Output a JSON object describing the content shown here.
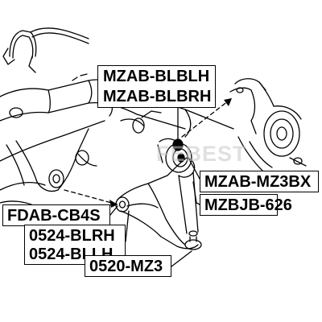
{
  "labels": {
    "mzab_bl": [
      "MZAB-BLBLH",
      "MZAB-BLBRH"
    ],
    "mz3bx": "MZAB-MZ3BX",
    "mzbjb": "MZBJB-626",
    "fdab": "FDAB-CB4S",
    "blrh_bllh": [
      "0524-BLRH",
      "0524-BLLH"
    ],
    "mz3": "0520-MZ3"
  },
  "watermark": "FEBEST",
  "colors": {
    "line": "#000000",
    "background": "#ffffff",
    "watermark": "#c8c8c8"
  }
}
